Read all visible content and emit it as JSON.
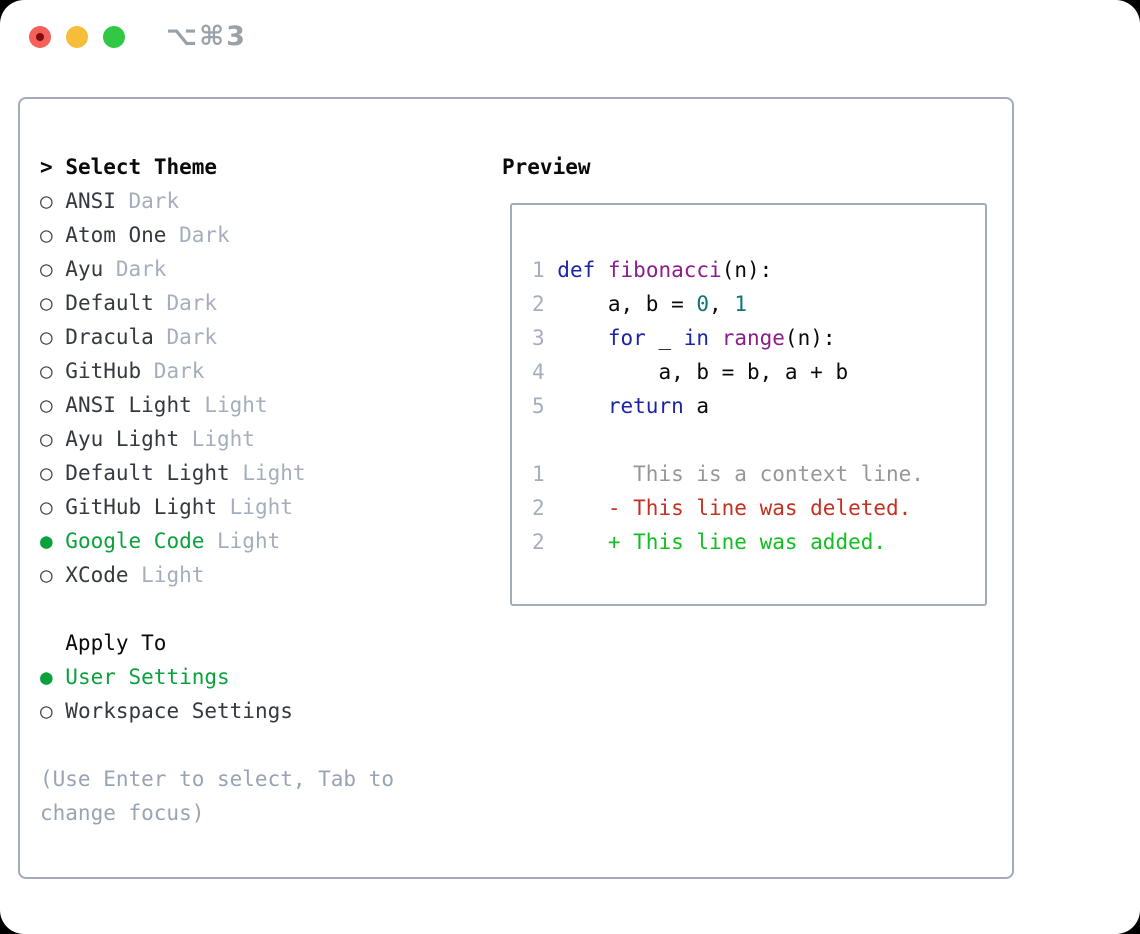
{
  "window": {
    "shortcut": "⌥⌘3",
    "traffic_lights": [
      "close",
      "minimize",
      "zoom"
    ]
  },
  "colors": {
    "keyword": "#1c24a6",
    "function": "#8c1d8c",
    "number": "#0e7575",
    "plain": "#0a0a0a",
    "lineno": "#a4aebd",
    "context": "#979797",
    "deleted": "#c43123",
    "added": "#13be22",
    "selected_green": "#0aa23c",
    "panel_border": "#a2abb8",
    "variant_gray": "#a4aebd",
    "help_gray": "#98a4b4"
  },
  "markers": {
    "selected": "●",
    "unselected": "○"
  },
  "theme_selector": {
    "prompt": ">",
    "title": "Select Theme",
    "items": [
      {
        "name": "ANSI",
        "variant": "Dark",
        "selected": false
      },
      {
        "name": "Atom One",
        "variant": "Dark",
        "selected": false
      },
      {
        "name": "Ayu",
        "variant": "Dark",
        "selected": false
      },
      {
        "name": "Default",
        "variant": "Dark",
        "selected": false
      },
      {
        "name": "Dracula",
        "variant": "Dark",
        "selected": false
      },
      {
        "name": "GitHub",
        "variant": "Dark",
        "selected": false
      },
      {
        "name": "ANSI Light",
        "variant": "Light",
        "selected": false
      },
      {
        "name": "Ayu Light",
        "variant": "Light",
        "selected": false
      },
      {
        "name": "Default Light",
        "variant": "Light",
        "selected": false
      },
      {
        "name": "GitHub Light",
        "variant": "Light",
        "selected": false
      },
      {
        "name": "Google Code",
        "variant": "Light",
        "selected": true
      },
      {
        "name": "XCode",
        "variant": "Light",
        "selected": false
      }
    ],
    "apply_to": {
      "title": "Apply To",
      "options": [
        {
          "name": "User Settings",
          "selected": true
        },
        {
          "name": "Workspace Settings",
          "selected": false
        }
      ]
    },
    "help_line1": "(Use Enter to select, Tab to",
    "help_line2": "change focus)"
  },
  "preview": {
    "title": "Preview",
    "code_lines": [
      {
        "num": "1",
        "tokens": [
          {
            "t": "def",
            "c": "keyword"
          },
          {
            "t": " ",
            "c": "plain"
          },
          {
            "t": "fibonacci",
            "c": "function"
          },
          {
            "t": "(n):",
            "c": "plain"
          }
        ]
      },
      {
        "num": "2",
        "tokens": [
          {
            "t": "    a, b = ",
            "c": "plain"
          },
          {
            "t": "0",
            "c": "number"
          },
          {
            "t": ", ",
            "c": "plain"
          },
          {
            "t": "1",
            "c": "number"
          }
        ]
      },
      {
        "num": "3",
        "tokens": [
          {
            "t": "    ",
            "c": "plain"
          },
          {
            "t": "for",
            "c": "keyword"
          },
          {
            "t": " _ ",
            "c": "plain"
          },
          {
            "t": "in",
            "c": "keyword"
          },
          {
            "t": " ",
            "c": "plain"
          },
          {
            "t": "range",
            "c": "function"
          },
          {
            "t": "(n):",
            "c": "plain"
          }
        ]
      },
      {
        "num": "4",
        "tokens": [
          {
            "t": "        a, b = b, a + b",
            "c": "plain"
          }
        ]
      },
      {
        "num": "5",
        "tokens": [
          {
            "t": "    ",
            "c": "plain"
          },
          {
            "t": "return",
            "c": "keyword"
          },
          {
            "t": " a",
            "c": "plain"
          }
        ]
      },
      {
        "num": "",
        "tokens": []
      },
      {
        "num": "1",
        "tokens": [
          {
            "t": "      This is a context line.",
            "c": "context"
          }
        ]
      },
      {
        "num": "2",
        "tokens": [
          {
            "t": "    - This line was deleted.",
            "c": "deleted"
          }
        ]
      },
      {
        "num": "2",
        "tokens": [
          {
            "t": "    + This line was added.",
            "c": "added"
          }
        ]
      }
    ]
  }
}
